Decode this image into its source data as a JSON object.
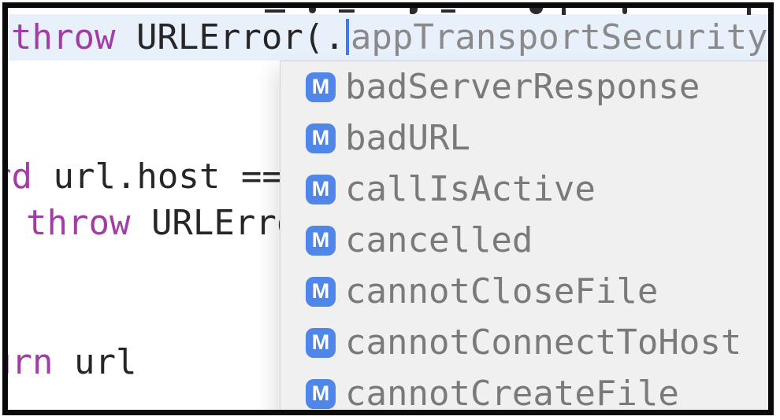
{
  "colors": {
    "frame": "#0a0a0a",
    "editor_background": "#ffffff",
    "current_line_highlight": "#E8F1FB",
    "keyword": "#A23DA6",
    "code_text": "#262626",
    "ghost_text": "#8A8A8A",
    "caret": "#3D7BF4",
    "popup_background": "#F0F0F0",
    "popup_border": "#D2D2D2",
    "list_text": "#7A7A7A",
    "badge_background": "#5086E8",
    "badge_text": "#ffffff"
  },
  "editor": {
    "lines": {
      "current": {
        "segments": [
          {
            "t": "throw",
            "k": "keyword"
          },
          {
            "t": " URLError(.",
            "k": "plain"
          }
        ],
        "ghost": "appTransportSecurity"
      },
      "guard": {
        "segments": [
          {
            "t": "rd",
            "k": "keyword"
          },
          {
            "t": " url.host ==",
            "k": "plain"
          }
        ]
      },
      "throw2": {
        "segments": [
          {
            "t": "throw",
            "k": "keyword"
          },
          {
            "t": " URLErro",
            "k": "plain"
          }
        ]
      },
      "return": {
        "segments": [
          {
            "t": "urn",
            "k": "keyword"
          },
          {
            "t": " url",
            "k": "plain"
          }
        ]
      }
    }
  },
  "completion": {
    "kind_badge": "M",
    "items": [
      "badServerResponse",
      "badURL",
      "callIsActive",
      "cancelled",
      "cannotCloseFile",
      "cannotConnectToHost",
      "cannotCreateFile"
    ]
  }
}
